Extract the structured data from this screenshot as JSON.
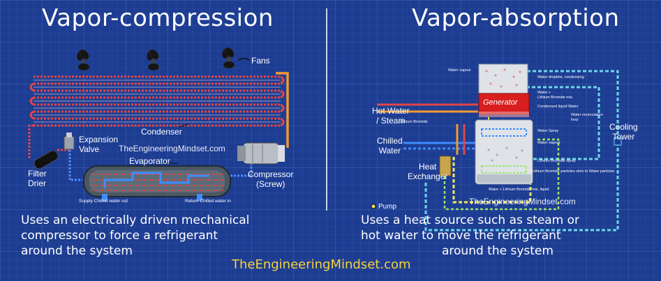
{
  "titles": {
    "left": "Vapor-compression",
    "right": "Vapor-absorption"
  },
  "compression": {
    "labels": {
      "fans": "Fans",
      "condenser": "Condenser",
      "expansion_valve": "Expansion\nValve",
      "evaporator": "Evaporator",
      "filter_drier": "Filter\nDrier",
      "compressor": "Compressor\n(Screw)",
      "supply_chilled": "Supply Chilled water out",
      "return_chilled": "Return Chilled water in",
      "watermark": "TheEngineeringMindset.com"
    },
    "description": [
      "Uses an electrically driven mechanical",
      "compressor to force a refrigerant",
      "around the system"
    ]
  },
  "absorption": {
    "labels": {
      "hot_water": "Hot Water\n/ Steam",
      "chilled_water": "Chilled\nWater",
      "heat_exchanger": "Heat\nExchanger",
      "cooling_tower": "Cooling\nTower",
      "pump": "Pump",
      "generator": "Generator",
      "water_vapour_top": "Water vapour",
      "water_droplets": "Water droplets, condensing",
      "water_libr_mix": "Water +\nLithium Bromide mix.",
      "condensed_liquid": "Condensed liquid Water",
      "lithium_bromide": "Lithium Bromide",
      "recirculation_loop": "Water recirculation\nloop",
      "water_spray": "Water Spray",
      "water_vapour_mid": "Water vapour",
      "libr_spray": "Lithium Bromide spray",
      "libr_particles": "Lithium Bromide particles stick to Water particles",
      "libr_liquid_mix": "Water + Lithium Bromide mix, liquid",
      "watermark": "TheEngineeringMindset.com"
    },
    "description": [
      "Uses a heat source such as steam or",
      "hot water to move the refrigerant",
      "around the system"
    ]
  },
  "brand": "TheEngineeringMindset.com",
  "colors": {
    "background": "#1d3d93",
    "refrigerant_hot": "#e24646",
    "refrigerant_orange": "#f39a2e",
    "cold_water": "#3f8cff",
    "cooling_water": "#6fd6e8",
    "generator_red": "#d81e1e",
    "brand_yellow": "#f5d33a"
  }
}
